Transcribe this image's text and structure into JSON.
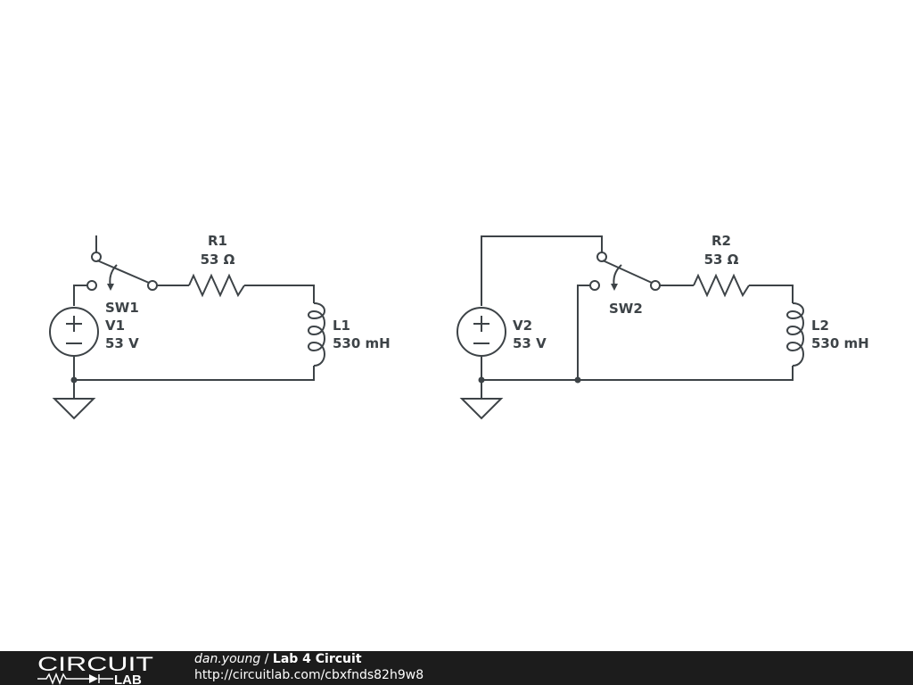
{
  "circuit_1": {
    "switch": {
      "name": "SW1"
    },
    "resistor": {
      "name": "R1",
      "value": "53 Ω"
    },
    "source": {
      "name": "V1",
      "value": "53 V"
    },
    "inductor": {
      "name": "L1",
      "value": "530 mH"
    }
  },
  "circuit_2": {
    "switch": {
      "name": "SW2"
    },
    "resistor": {
      "name": "R2",
      "value": "53 Ω"
    },
    "source": {
      "name": "V2",
      "value": "53 V"
    },
    "inductor": {
      "name": "L2",
      "value": "530 mH"
    }
  },
  "footer": {
    "logo_top": "CIRCUIT",
    "logo_bottom": "LAB",
    "user": "dan.young",
    "separator": " / ",
    "title": "Lab 4 Circuit",
    "url": "http://circuitlab.com/cbxfnds82h9w8"
  }
}
